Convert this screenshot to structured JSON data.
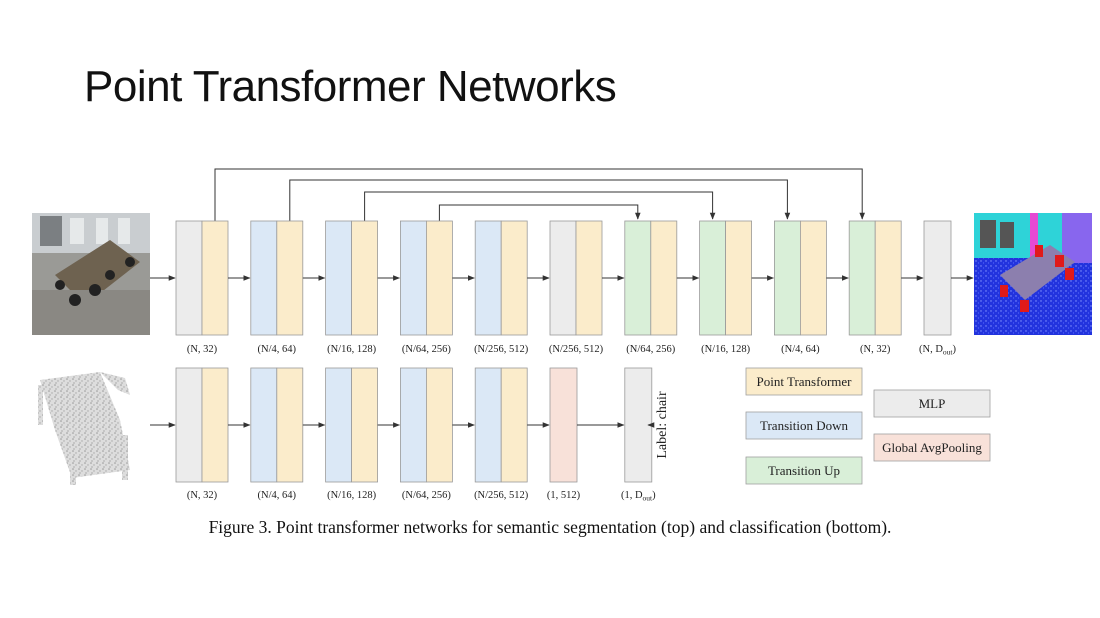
{
  "title": "Point Transformer Networks",
  "colors": {
    "point_transformer": "#fbeccb",
    "transition_down": "#dbe8f6",
    "transition_up": "#d9efd8",
    "mlp": "#ececec",
    "global_avgpooling": "#f8e1d9",
    "edge": "#333333"
  },
  "segmentation": {
    "stages": [
      {
        "left": "mlp",
        "right": "point_transformer",
        "label": "(N, 32)"
      },
      {
        "left": "transition_down",
        "right": "point_transformer",
        "label": "(N/4, 64)"
      },
      {
        "left": "transition_down",
        "right": "point_transformer",
        "label": "(N/16, 128)"
      },
      {
        "left": "transition_down",
        "right": "point_transformer",
        "label": "(N/64, 256)"
      },
      {
        "left": "transition_down",
        "right": "point_transformer",
        "label": "(N/256, 512)"
      },
      {
        "left": "mlp",
        "right": "point_transformer",
        "label": "(N/256, 512)"
      },
      {
        "left": "transition_up",
        "right": "point_transformer",
        "label": "(N/64, 256)"
      },
      {
        "left": "transition_up",
        "right": "point_transformer",
        "label": "(N/16, 128)"
      },
      {
        "left": "transition_up",
        "right": "point_transformer",
        "label": "(N/4, 64)"
      },
      {
        "left": "transition_up",
        "right": "point_transformer",
        "label": "(N, 32)"
      },
      {
        "single": "mlp",
        "label": "(N, D",
        "sub": "out",
        "close": ")"
      }
    ],
    "skips": [
      [
        0,
        9
      ],
      [
        1,
        8
      ],
      [
        2,
        7
      ],
      [
        3,
        6
      ]
    ]
  },
  "classification": {
    "stages": [
      {
        "left": "mlp",
        "right": "point_transformer",
        "label": "(N, 32)"
      },
      {
        "left": "transition_down",
        "right": "point_transformer",
        "label": "(N/4, 64)"
      },
      {
        "left": "transition_down",
        "right": "point_transformer",
        "label": "(N/16, 128)"
      },
      {
        "left": "transition_down",
        "right": "point_transformer",
        "label": "(N/64, 256)"
      },
      {
        "left": "transition_down",
        "right": "point_transformer",
        "label": "(N/256, 512)"
      },
      {
        "single": "global_avgpooling",
        "label": "(1, 512)"
      },
      {
        "single": "mlp",
        "label": "(1, D",
        "sub": "out",
        "close": ")"
      }
    ],
    "output_label": "Label: chair"
  },
  "legend": [
    {
      "key": "point_transformer",
      "label": "Point Transformer"
    },
    {
      "key": "transition_down",
      "label": "Transition Down"
    },
    {
      "key": "transition_up",
      "label": "Transition Up"
    },
    {
      "key": "mlp",
      "label": "MLP"
    },
    {
      "key": "global_avgpooling",
      "label": "Global AvgPooling"
    }
  ],
  "caption": "Figure 3. Point transformer networks for semantic segmentation (top) and classification (bottom)."
}
